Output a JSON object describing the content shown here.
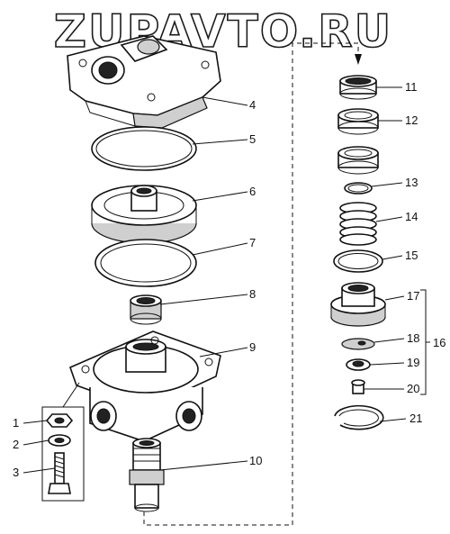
{
  "watermark": "ZUPAVTO.RU",
  "labels": {
    "l1": "1",
    "l2": "2",
    "l3": "3",
    "l4": "4",
    "l5": "5",
    "l6": "6",
    "l7": "7",
    "l8": "8",
    "l9": "9",
    "l10": "10",
    "l11": "11",
    "l12": "12",
    "l13": "13",
    "l14": "14",
    "l15": "15",
    "l16": "16",
    "l17": "17",
    "l18": "18",
    "l19": "19",
    "l20": "20",
    "l21": "21"
  }
}
